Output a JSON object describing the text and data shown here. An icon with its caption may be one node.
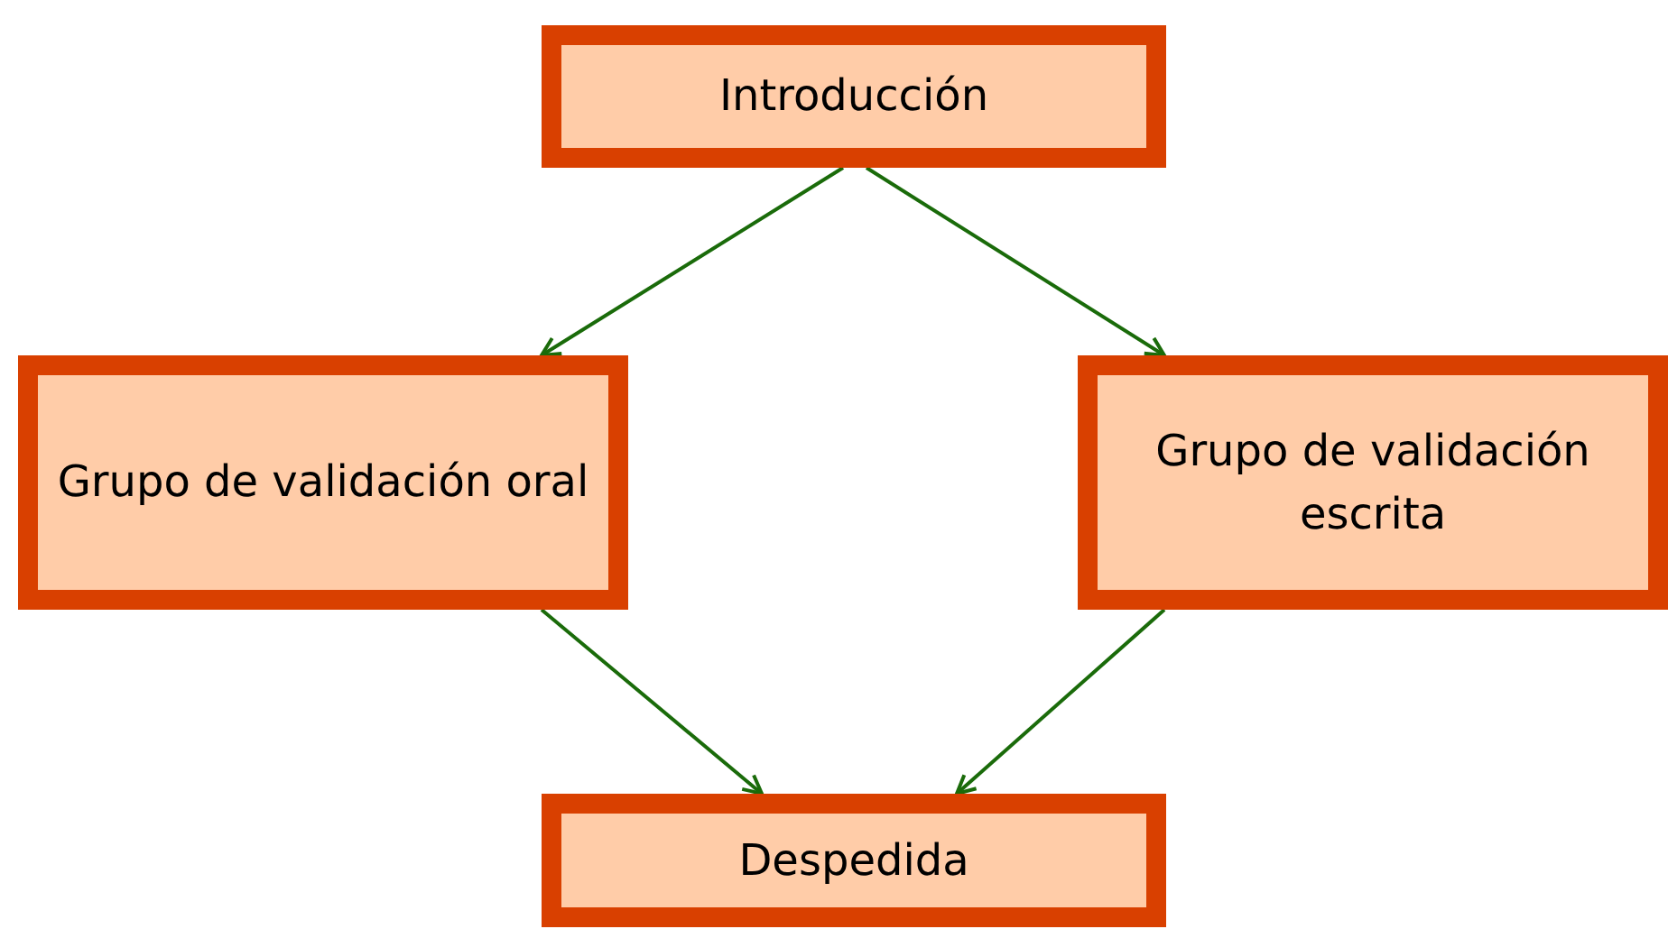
{
  "diagram": {
    "nodes": [
      {
        "text": [
          "Introducción"
        ]
      },
      {
        "text": [
          "Grupo de validación oral"
        ]
      },
      {
        "text": [
          "Grupo de validación escrita"
        ]
      },
      {
        "text": [
          "Despedida"
        ]
      }
    ],
    "edges": [
      {
        "from": 0,
        "to": 1,
        "arrow": "to"
      },
      {
        "from": 0,
        "to": 2,
        "arrow": "to"
      },
      {
        "from": 1,
        "to": 3,
        "arrow": "to"
      },
      {
        "from": 2,
        "to": 3,
        "arrow": "to"
      }
    ]
  }
}
